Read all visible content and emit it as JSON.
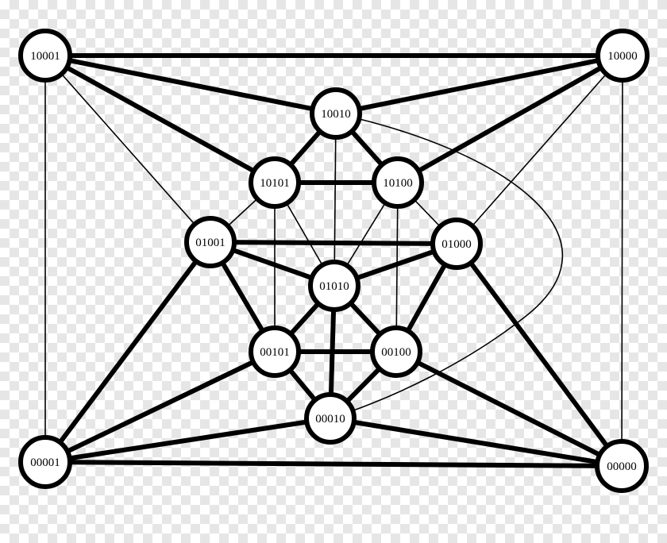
{
  "graph": {
    "nodes": [
      {
        "id": "n10001",
        "label": "10001"
      },
      {
        "id": "n10000",
        "label": "10000"
      },
      {
        "id": "n10010",
        "label": "10010"
      },
      {
        "id": "n10101",
        "label": "10101"
      },
      {
        "id": "n10100",
        "label": "10100"
      },
      {
        "id": "n01001",
        "label": "01001"
      },
      {
        "id": "n01000",
        "label": "01000"
      },
      {
        "id": "n01010",
        "label": "01010"
      },
      {
        "id": "n00101",
        "label": "00101"
      },
      {
        "id": "n00100",
        "label": "00100"
      },
      {
        "id": "n00010",
        "label": "00010"
      },
      {
        "id": "n00001",
        "label": "00001"
      },
      {
        "id": "n00000",
        "label": "00000"
      }
    ],
    "edges": [
      {
        "from": "n10001",
        "to": "n10000",
        "weight": "thick"
      },
      {
        "from": "n00001",
        "to": "n00000",
        "weight": "thick"
      },
      {
        "from": "n10001",
        "to": "n00001",
        "weight": "thin"
      },
      {
        "from": "n10000",
        "to": "n00000",
        "weight": "thin"
      },
      {
        "from": "n10001",
        "to": "n10010",
        "weight": "thick"
      },
      {
        "from": "n10001",
        "to": "n10101",
        "weight": "thick"
      },
      {
        "from": "n10001",
        "to": "n01001",
        "weight": "thin"
      },
      {
        "from": "n10000",
        "to": "n10010",
        "weight": "thick"
      },
      {
        "from": "n10000",
        "to": "n10100",
        "weight": "thick"
      },
      {
        "from": "n10000",
        "to": "n01000",
        "weight": "thin"
      },
      {
        "from": "n10010",
        "to": "n10101",
        "weight": "thick"
      },
      {
        "from": "n10010",
        "to": "n10100",
        "weight": "thick"
      },
      {
        "from": "n10010",
        "to": "n01010",
        "weight": "thin"
      },
      {
        "from": "n10101",
        "to": "n10100",
        "weight": "thick"
      },
      {
        "from": "n10101",
        "to": "n01001",
        "weight": "thin"
      },
      {
        "from": "n10101",
        "to": "n01010",
        "weight": "thin"
      },
      {
        "from": "n10101",
        "to": "n00101",
        "weight": "thin"
      },
      {
        "from": "n10100",
        "to": "n01000",
        "weight": "thin"
      },
      {
        "from": "n10100",
        "to": "n01010",
        "weight": "thin"
      },
      {
        "from": "n10100",
        "to": "n00100",
        "weight": "thin"
      },
      {
        "from": "n01001",
        "to": "n01000",
        "weight": "thick"
      },
      {
        "from": "n01001",
        "to": "n01010",
        "weight": "thick"
      },
      {
        "from": "n01001",
        "to": "n00101",
        "weight": "thick"
      },
      {
        "from": "n01001",
        "to": "n00001",
        "weight": "thick"
      },
      {
        "from": "n01000",
        "to": "n01010",
        "weight": "thick"
      },
      {
        "from": "n01000",
        "to": "n00100",
        "weight": "thick"
      },
      {
        "from": "n01000",
        "to": "n00000",
        "weight": "thick"
      },
      {
        "from": "n01010",
        "to": "n00101",
        "weight": "thick"
      },
      {
        "from": "n01010",
        "to": "n00100",
        "weight": "thick"
      },
      {
        "from": "n01010",
        "to": "n00010",
        "weight": "thick"
      },
      {
        "from": "n00101",
        "to": "n00100",
        "weight": "thick"
      },
      {
        "from": "n00101",
        "to": "n00010",
        "weight": "thick"
      },
      {
        "from": "n00101",
        "to": "n00001",
        "weight": "thick"
      },
      {
        "from": "n00100",
        "to": "n00010",
        "weight": "thick"
      },
      {
        "from": "n00100",
        "to": "n00000",
        "weight": "thick"
      },
      {
        "from": "n00010",
        "to": "n00001",
        "weight": "thick"
      },
      {
        "from": "n00010",
        "to": "n00000",
        "weight": "thick"
      },
      {
        "from": "n10010",
        "to": "n00010",
        "weight": "thin",
        "curved": true
      }
    ]
  }
}
